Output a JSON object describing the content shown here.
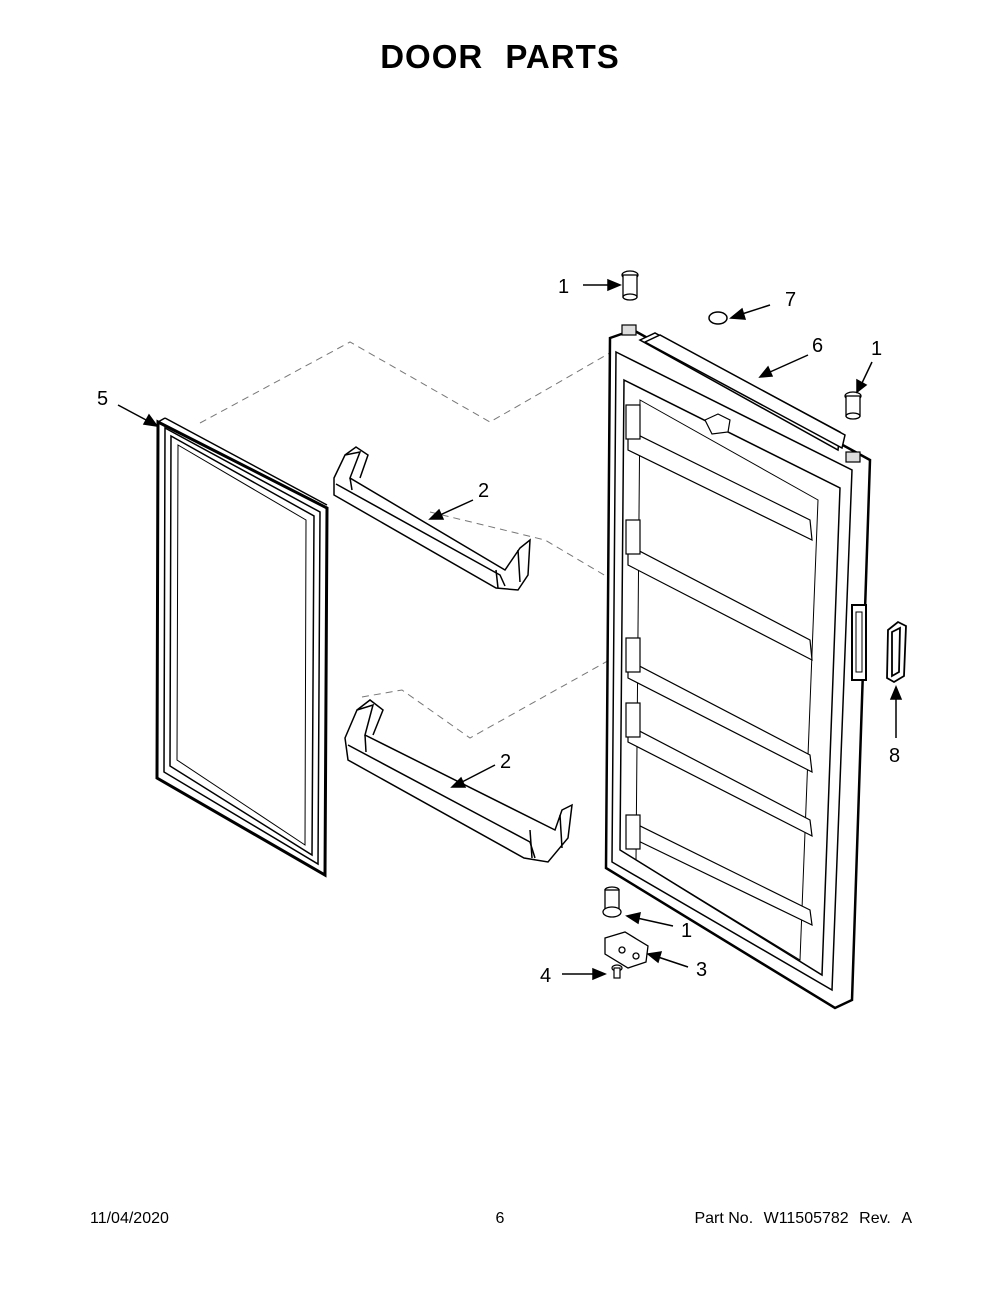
{
  "title_words": [
    "DOOR",
    "PARTS"
  ],
  "callouts": {
    "hinge_pin_top_left": "1",
    "hinge_pin_top_right": "1",
    "hinge_pin_bottom": "1",
    "door_bin_upper": "2",
    "door_bin_lower": "2",
    "hinge_bracket": "3",
    "screw": "4",
    "gasket": "5",
    "door_cap": "6",
    "o_ring": "7",
    "handle": "8"
  },
  "footer": {
    "date": "11/04/2020",
    "page": "6",
    "part_label": "Part No.",
    "part_number": "W11505782",
    "rev_label": "Rev.",
    "rev": "A"
  }
}
